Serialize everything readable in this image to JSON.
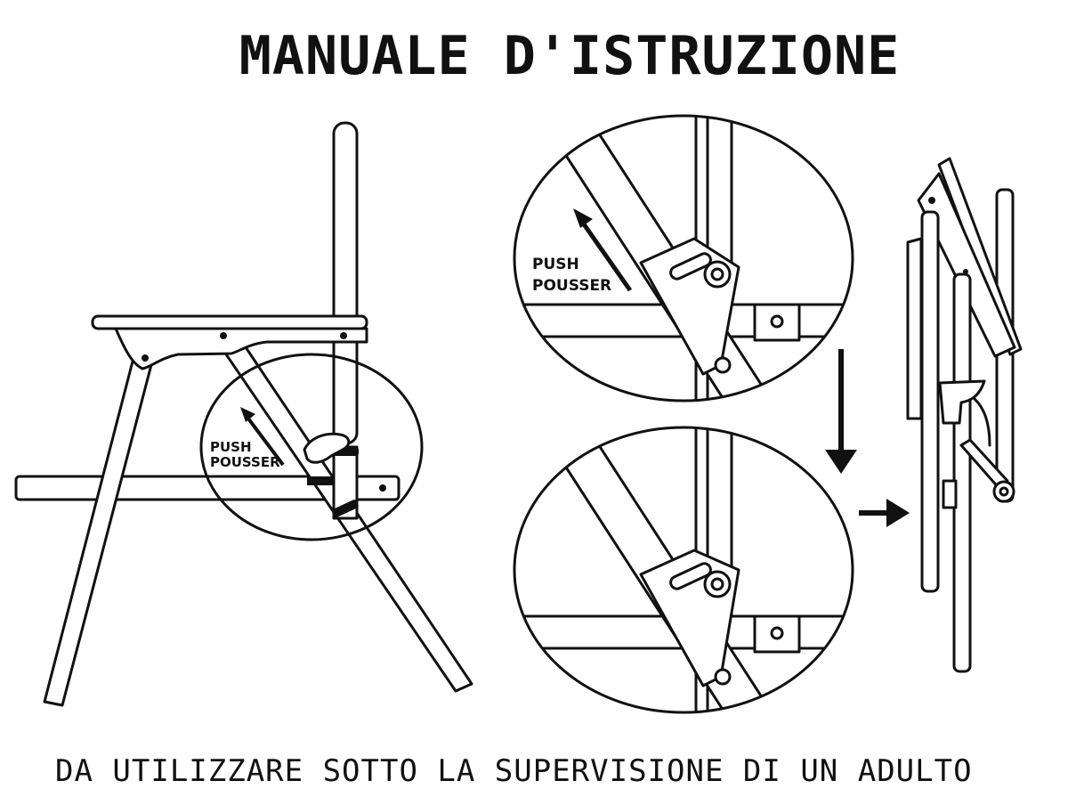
{
  "title": "MANUALE D'ISTRUZIONE",
  "footer": "DA UTILIZZARE SOTTO LA SUPERVISIONE DI UN ADULTO",
  "labels": {
    "push": "PUSH",
    "pousser": "POUSSER"
  }
}
